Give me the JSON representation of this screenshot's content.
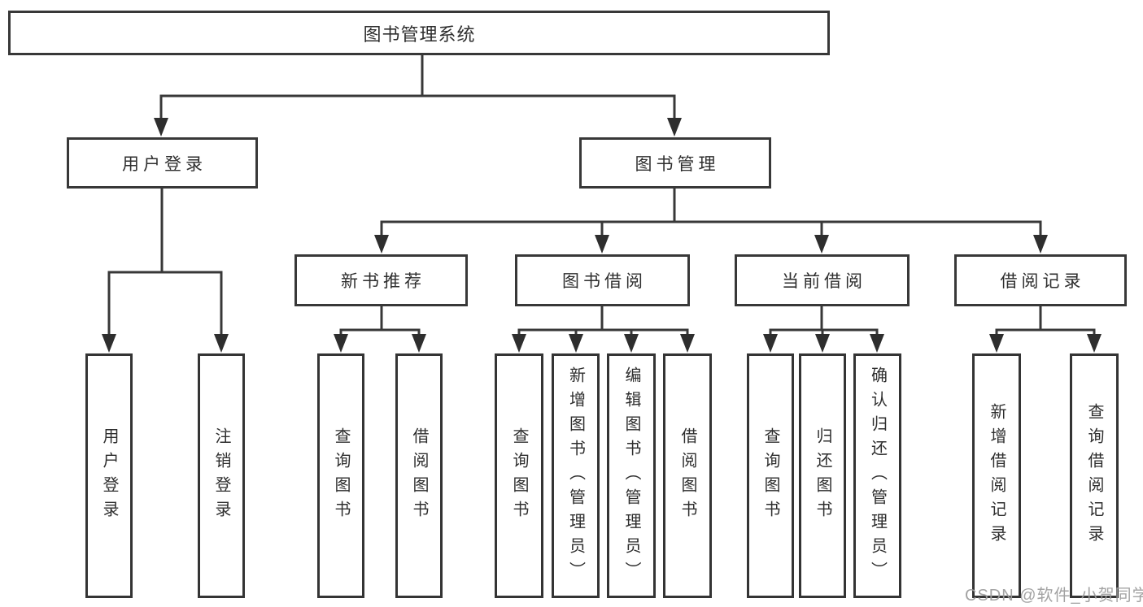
{
  "diagram": {
    "root": "图书管理系统",
    "level2": {
      "user_login": "用户登录",
      "book_management": "图书管理"
    },
    "level3": {
      "new_book_recommend": "新书推荐",
      "book_borrowing": "图书借阅",
      "current_borrowing": "当前借阅",
      "borrowing_records": "借阅记录"
    },
    "leaves": {
      "user_login": "用户登录",
      "logout": "注销登录",
      "nb_query_books": "查询图书",
      "nb_borrow_books": "借阅图书",
      "bb_query_books": "查询图书",
      "bb_add_books_admin": "新增图书（管理员）",
      "bb_edit_books_admin": "编辑图书（管理员）",
      "bb_borrow_books": "借阅图书",
      "cb_query_books": "查询图书",
      "cb_return_books": "归还图书",
      "cb_confirm_return_admin": "确认归还（管理员）",
      "br_add_record": "新增借阅记录",
      "br_query_record": "查询借阅记录"
    }
  },
  "watermark": "CSDN @软件_小贺同学"
}
